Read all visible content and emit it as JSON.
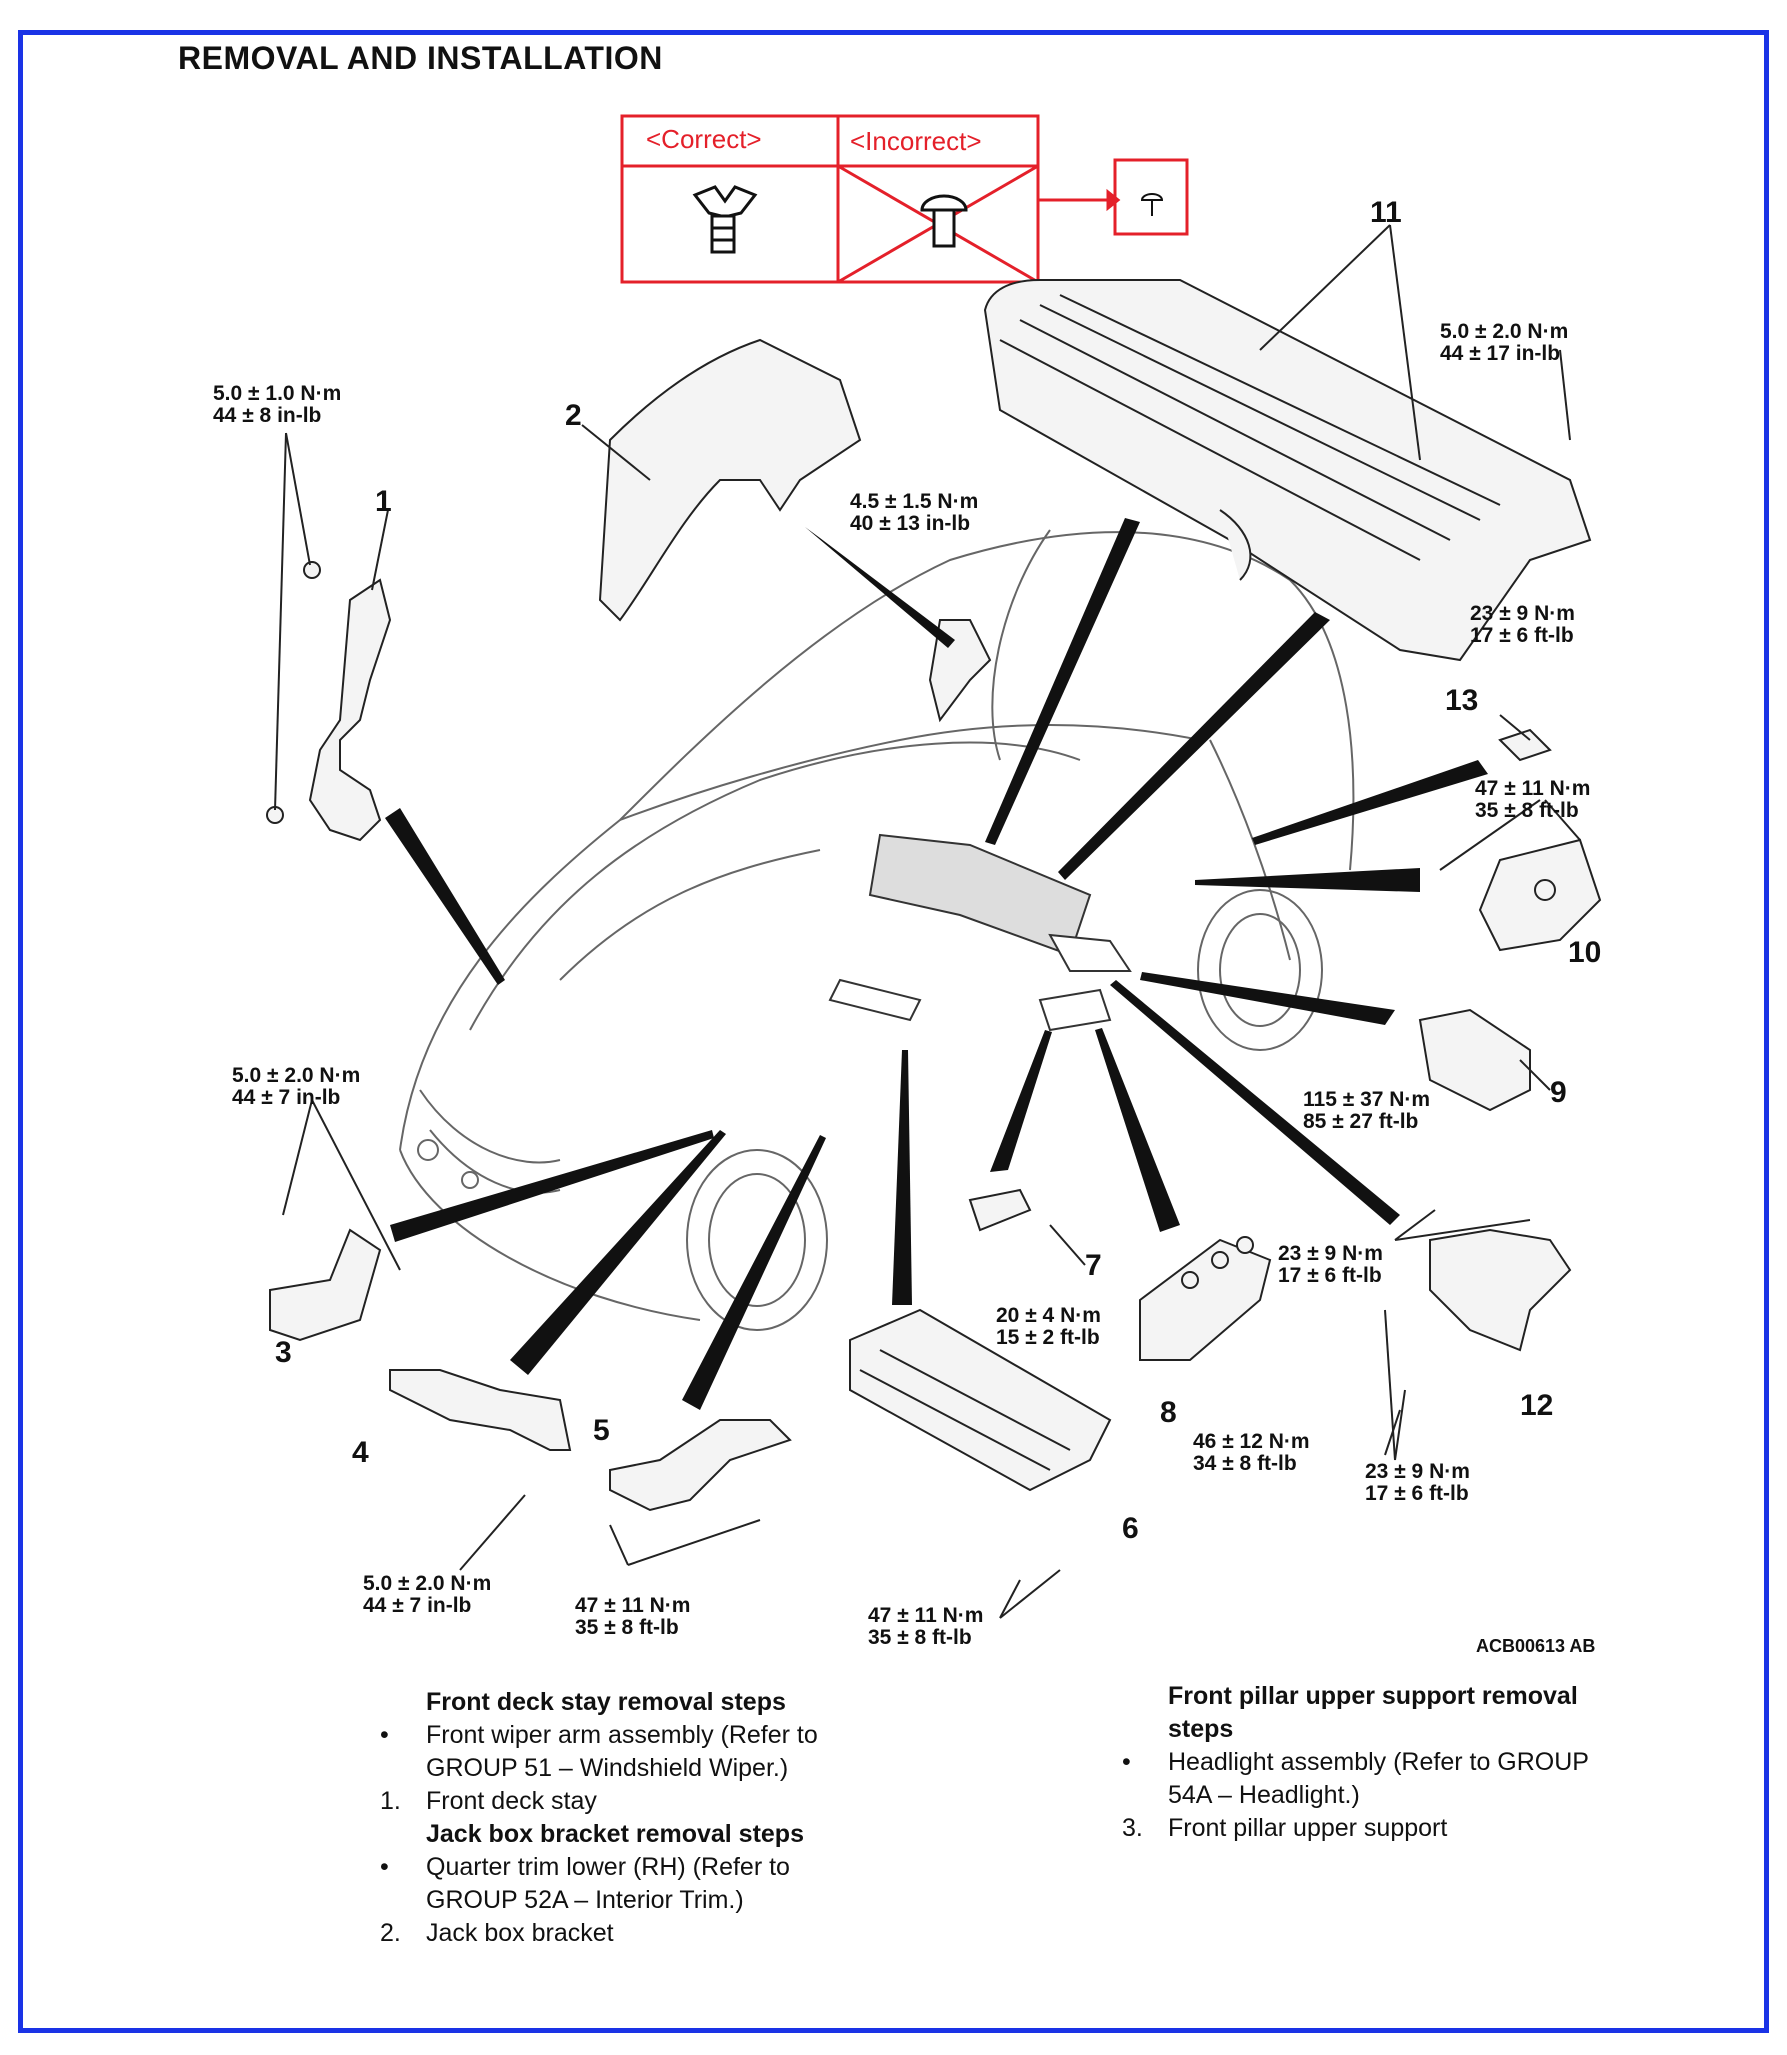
{
  "page_title": "REMOVAL AND INSTALLATION",
  "callout": {
    "correct_label": "<Correct>",
    "incorrect_label": "<Incorrect>",
    "box_color": "#e4202a"
  },
  "frame_color": "#1a33e6",
  "part_numbers": {
    "p1": "1",
    "p2": "2",
    "p3": "3",
    "p4": "4",
    "p5": "5",
    "p6": "6",
    "p7": "7",
    "p8": "8",
    "p9": "9",
    "p10": "10",
    "p11": "11",
    "p12": "12",
    "p13": "13"
  },
  "torques": {
    "t1a": "5.0 ± 1.0 N·m",
    "t1b": "44 ± 8 in-lb",
    "t2a": "4.5 ± 1.5 N·m",
    "t2b": "40 ± 13 in-lb",
    "t11a": "5.0 ± 2.0 N·m",
    "t11b": "44 ± 17 in-lb",
    "t13a": "23 ± 9 N·m",
    "t13b": "17 ± 6 ft-lb",
    "t10a": "47 ± 11 N·m",
    "t10b": "35 ± 8 ft-lb",
    "t3a": "5.0 ± 2.0 N·m",
    "t3b": "44 ± 7 in-lb",
    "t9a": "115 ± 37 N·m",
    "t9b": "85 ± 27 ft-lb",
    "t12a": "23 ± 9 N·m",
    "t12b": "17 ± 6 ft-lb",
    "t7a": "20 ± 4 N·m",
    "t7b": "15 ± 2 ft-lb",
    "t8a": "46 ± 12 N·m",
    "t8b": "34 ± 8 ft-lb",
    "t12ca": "23 ± 9 N·m",
    "t12cb": "17 ± 6 ft-lb",
    "t4a": "5.0 ± 2.0 N·m",
    "t4b": "44 ± 7 in-lb",
    "t5a": "47 ± 11 N·m",
    "t5b": "35 ± 8 ft-lb",
    "t6a": "47 ± 11 N·m",
    "t6b": "35 ± 8 ft-lb"
  },
  "figure_code": "ACB00613 AB",
  "steps_left": {
    "heading1": "Front deck stay removal steps",
    "bullet1_line1": "Front wiper arm assembly (Refer to",
    "bullet1_line2": "GROUP 51 – Windshield Wiper.)",
    "item1_marker": "1.",
    "item1_text": "Front deck stay",
    "heading2": "Jack box bracket removal steps",
    "bullet2_line1": "Quarter trim lower (RH) (Refer to",
    "bullet2_line2": "GROUP 52A – Interior Trim.)",
    "item2_marker": "2.",
    "item2_text": "Jack box bracket"
  },
  "steps_right": {
    "heading_line1": "Front pillar upper support removal",
    "heading_line2": "steps",
    "bullet_line1": "Headlight assembly (Refer to GROUP",
    "bullet_line2": "54A – Headlight.)",
    "item3_marker": "3.",
    "item3_text": "Front pillar upper support"
  },
  "bullet_glyph": "•"
}
